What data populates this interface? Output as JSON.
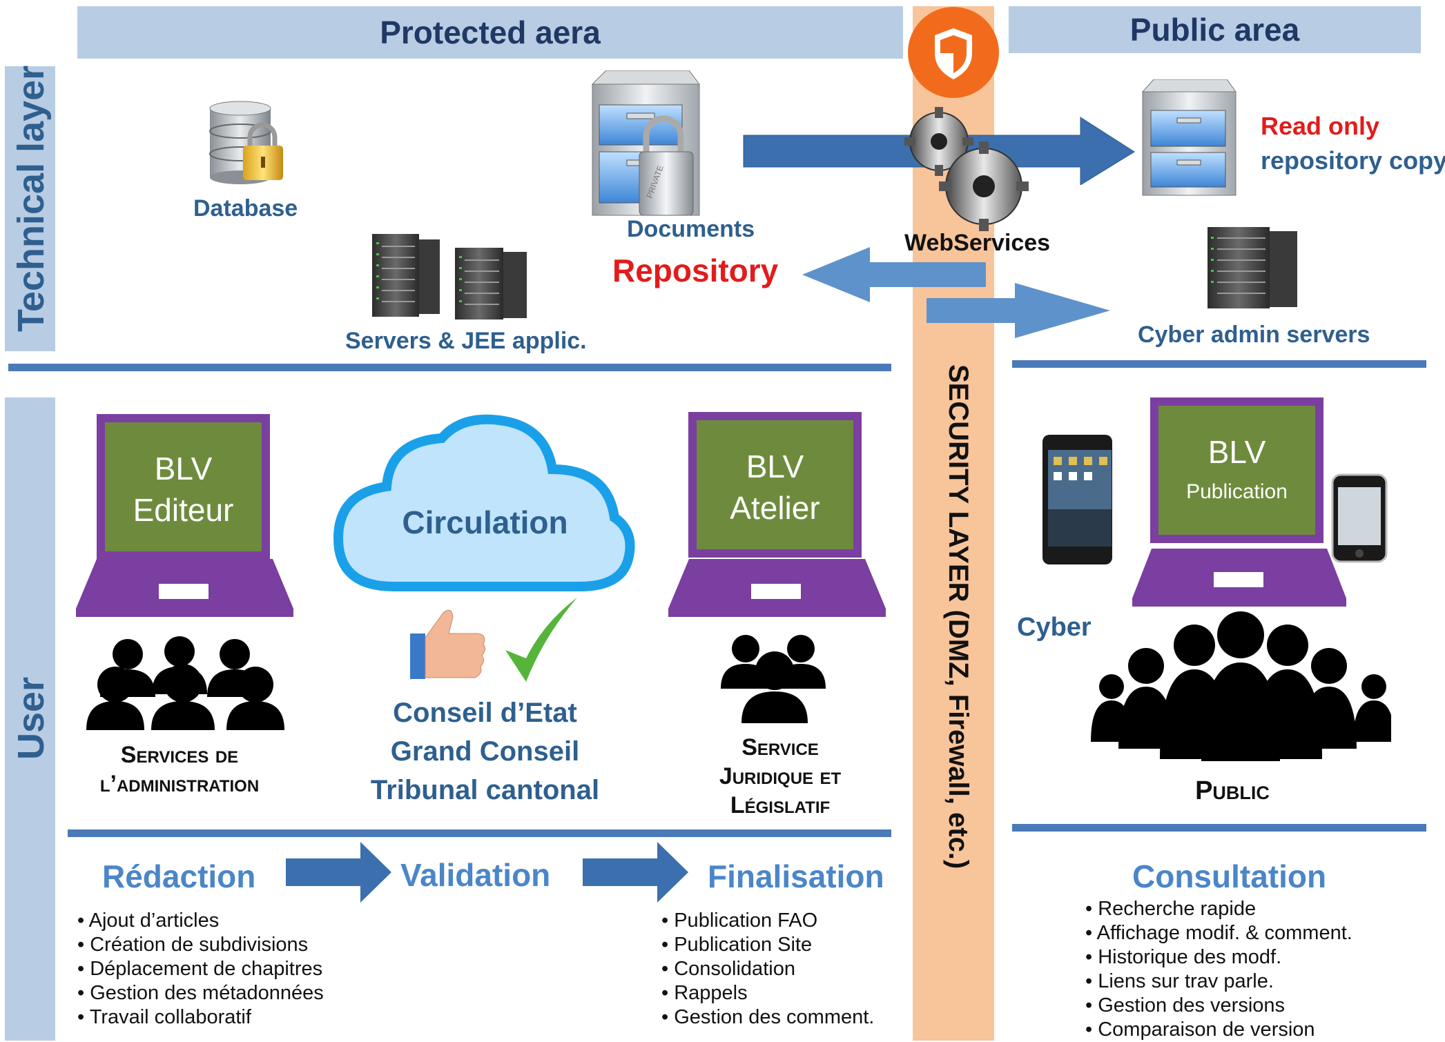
{
  "header": {
    "protected_area": "Protected aera",
    "public_area": "Public area"
  },
  "side_labels": {
    "technical_layer": "Technical layer",
    "user": "User"
  },
  "technical": {
    "database": "Database",
    "documents": "Documents",
    "repository": "Repository",
    "servers": "Servers & JEE applic.",
    "webservices": "WebServices",
    "read_only_line1": "Read only",
    "read_only_line2": "repository copy",
    "cyber_admin": "Cyber admin servers"
  },
  "security_layer": "SECURITY  LAYER (DMZ, Firewall, etc.)",
  "user": {
    "editeur": {
      "line1": "BLV",
      "line2": "Editeur"
    },
    "circulation": "Circulation",
    "atelier": {
      "line1": "BLV",
      "line2": "Atelier"
    },
    "publication": {
      "line1": "BLV",
      "line2": "Publication"
    },
    "services_line1": "Services de",
    "services_line2": "l’administration",
    "councils": [
      "Conseil d’Etat",
      "Grand Conseil",
      "Tribunal cantonal"
    ],
    "service_jur_line1": "Service",
    "service_jur_line2": "Juridique et",
    "service_jur_line3": "Législatif",
    "cyber": "Cyber",
    "public": "Public"
  },
  "workflow": {
    "redaction": {
      "title": "Rédaction",
      "items": [
        "Ajout d’articles",
        "Création de subdivisions",
        "Déplacement de chapitres",
        "Gestion des métadonnées",
        "Travail collaboratif"
      ]
    },
    "validation": {
      "title": "Validation"
    },
    "finalisation": {
      "title": "Finalisation",
      "items": [
        "Publication FAO",
        "Publication Site",
        "Consolidation",
        "Rappels",
        "Gestion des comment."
      ]
    },
    "consultation": {
      "title": "Consultation",
      "items": [
        "Recherche rapide",
        "Affichage modif. & comment.",
        "Historique des modf.",
        "Liens sur trav parle.",
        "Gestion des versions",
        "Comparaison de version"
      ]
    }
  },
  "colors": {
    "band": "#b8cce4",
    "security": "#f8c49a",
    "arrow": "#4a86c8",
    "laptop_frame": "#7a3fa0",
    "screen": "#6e8b3d",
    "repository_red": "#e21b1b"
  }
}
